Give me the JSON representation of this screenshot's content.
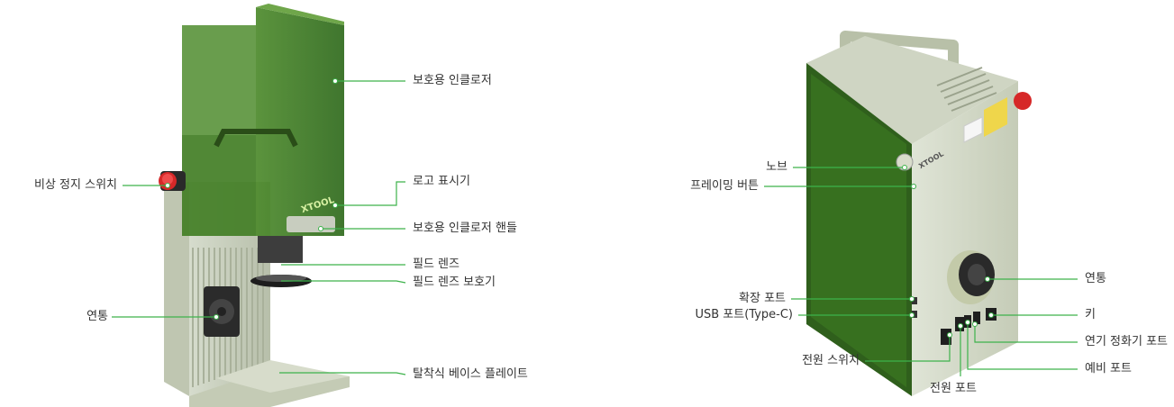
{
  "colors": {
    "leader_line": "#3db24b",
    "dot": "#ffffff",
    "label_text": "#333333",
    "enclosure_green": "#3f7a26",
    "enclosure_green_light": "#6fa64a",
    "body_silver": "#c9cfbf",
    "estop_red": "#d62828"
  },
  "left_diagram": {
    "labels": {
      "protective_enclosure": "보호용 인클로저",
      "logo_indicator": "로고 표시기",
      "enclosure_handle": "보호용 인클로저 핸들",
      "field_lens": "필드 렌즈",
      "field_lens_protector": "필드 렌즈 보호기",
      "emergency_stop": "비상 정지 스위치",
      "vent": "연통",
      "detachable_base": "탈착식 베이스 플레이트"
    },
    "brand_logo": "XTOOL"
  },
  "right_diagram": {
    "labels": {
      "knob": "노브",
      "framing_button": "프레이밍 버튼",
      "expansion_port": "확장 포트",
      "usb_port": "USB 포트(Type-C)",
      "power_switch": "전원 스위치",
      "power_port": "전원 포트",
      "vent": "연통",
      "key": "키",
      "fume_extractor_port": "연기 정화기 포트",
      "spare_port": "예비 포트"
    },
    "brand_logo": "XTOOL"
  }
}
